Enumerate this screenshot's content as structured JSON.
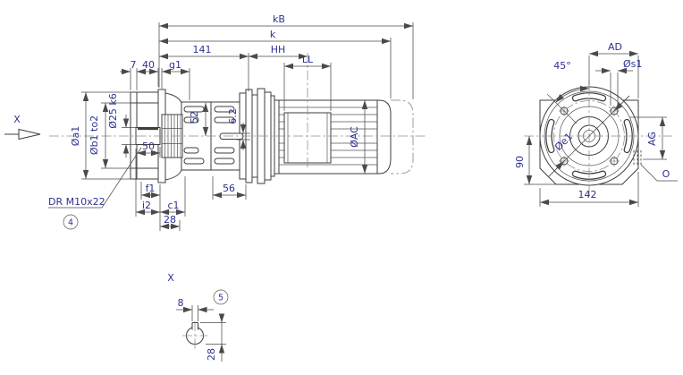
{
  "meta": {
    "background_color": "#ffffff",
    "line_color": "#3d3d3d",
    "text_color": "#2e3192",
    "centerline_color": "#8e8e8e"
  },
  "side_view": {
    "dims": {
      "kB": "kB",
      "k": "k",
      "n141": "141",
      "HH": "HH",
      "LL": "LL",
      "n7": "7",
      "n40": "40",
      "g1": "g1",
      "n52": "52",
      "n6_2": "6.2",
      "AC": "ØAC",
      "a1": "Øa1",
      "b1": "Øb1 to2",
      "shaft": "Ø25 k6",
      "n50": "50",
      "f1": "f1",
      "i2": "i2",
      "c1": "c1",
      "n28": "28",
      "n56": "56"
    },
    "view_arrow_label": "X",
    "drill_note": "DR M10x22",
    "callout_4": "4"
  },
  "front_view": {
    "dims": {
      "AD": "AD",
      "angle": "45°",
      "s1": "Øs1",
      "e1": "Øe1",
      "AG": "AG",
      "n90": "90",
      "n142": "142"
    },
    "oil_plug_label": "O"
  },
  "detail_view": {
    "title": "X",
    "callout_5": "5",
    "dims": {
      "n8": "8",
      "n28": "28"
    }
  }
}
